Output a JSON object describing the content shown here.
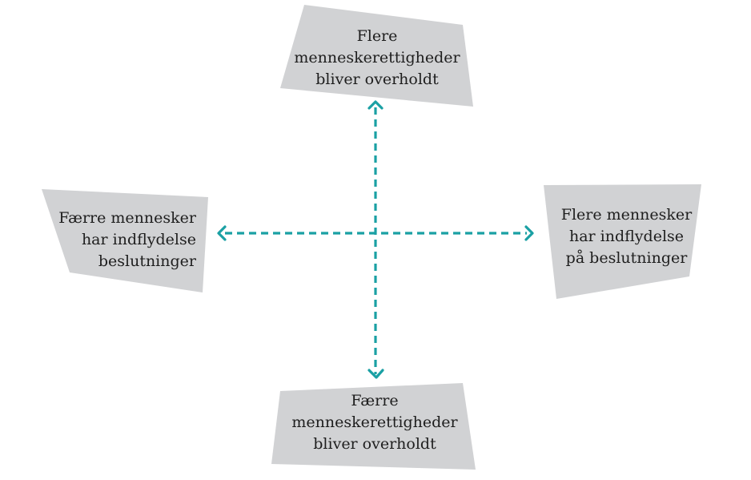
{
  "colors": {
    "box_fill": "#d1d2d4",
    "arrow": "#1aa0a4",
    "text": "#1e1e1e"
  },
  "nodes": {
    "top": [
      "Flere",
      "menneskerettigheder",
      "bliver overholdt"
    ],
    "bottom": [
      "Færre",
      "menneskerettigheder",
      "bliver overholdt"
    ],
    "left": [
      "Færre mennesker",
      "har indflydelse",
      "beslutninger"
    ],
    "right": [
      "Flere mennesker",
      "har indflydelse",
      "på beslutninger"
    ]
  },
  "axes": {
    "vertical": "double-headed dashed arrow",
    "horizontal": "double-headed dashed arrow"
  }
}
